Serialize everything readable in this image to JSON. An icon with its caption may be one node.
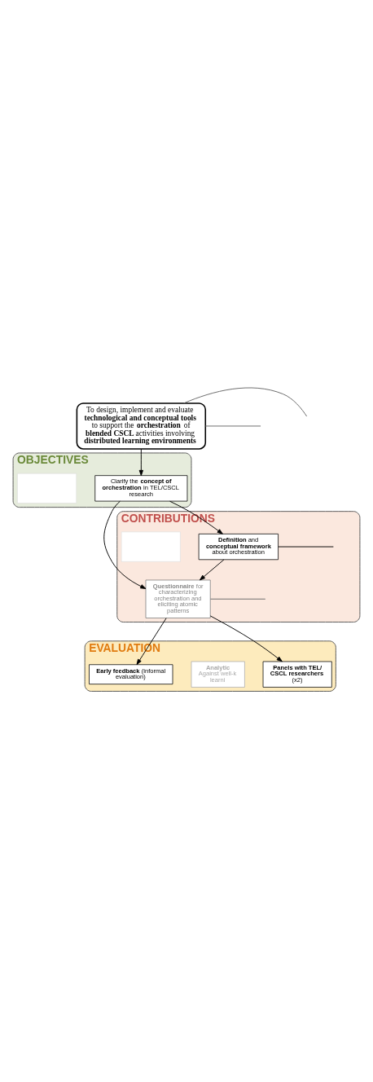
{
  "diagram": {
    "nodes": [
      {
        "text": [
          "To design, implement and evaluate **technological and conceptual tools** to support the **orchestration** of **blended CSCL** activities involving **distributed learning environments**"
        ]
      },
      {
        "text": [
          "OBJECTIVES"
        ]
      },
      {
        "text": [
          "Clarify the **concept of orchestration** in TEL/CSCL research"
        ],
        "in": 1
      },
      {
        "text": [],
        "shape": "box",
        "in": 1
      },
      {
        "text": [
          "CONTRIBUTIONS"
        ]
      },
      {
        "text": [
          "**Definition** and **conceptual framework** about orchestration"
        ],
        "in": 4
      },
      {
        "text": [],
        "shape": "box",
        "in": 4
      },
      {
        "text": [
          "**Questionnaire** for characterizing orchestration and eliciting atomic patterns"
        ],
        "in": 4
      },
      {
        "text": [
          "EVALUATION"
        ]
      },
      {
        "text": [
          "**Early feedback** (informal evaluation)"
        ],
        "in": 8
      },
      {
        "text": [
          "**Analytic**",
          "Against well-k learni"
        ],
        "in": 8
      },
      {
        "text": [
          "**Panels with TEL/ CSCL researchers** (x2)"
        ],
        "in": 8
      }
    ],
    "edges": [
      {
        "from": 0,
        "to": 2,
        "arrow": "to"
      },
      {
        "from": 0,
        "to": null,
        "arrow": "none",
        "color": "#666666"
      },
      {
        "from": 0,
        "to": null,
        "arrow": "none",
        "color": "#666666"
      },
      {
        "from": 2,
        "to": 5,
        "arrow": "to"
      },
      {
        "from": 2,
        "to": 7,
        "arrow": "to"
      },
      {
        "from": 5,
        "to": 7,
        "arrow": "to"
      },
      {
        "from": 5,
        "to": null,
        "arrow": "none"
      },
      {
        "from": 7,
        "to": null,
        "arrow": "none",
        "color": "#666666"
      },
      {
        "from": 7,
        "to": 9,
        "arrow": "to"
      },
      {
        "from": 7,
        "to": 11,
        "arrow": "to"
      }
    ]
  }
}
